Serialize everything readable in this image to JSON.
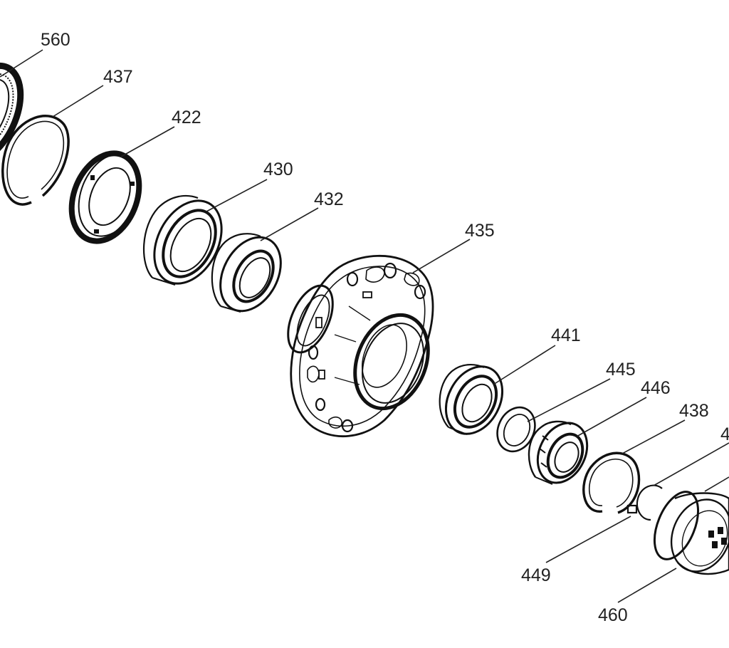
{
  "diagram": {
    "callouts": {
      "c560": "560",
      "c437": "437",
      "c422": "422",
      "c430": "430",
      "c432": "432",
      "c435": "435",
      "c441": "441",
      "c445": "445",
      "c446": "446",
      "c438": "438",
      "c4xx": "4",
      "c449": "449",
      "c460": "460"
    },
    "colors": {
      "line": "#111111",
      "label": "#222222",
      "background": "#ffffff"
    }
  }
}
